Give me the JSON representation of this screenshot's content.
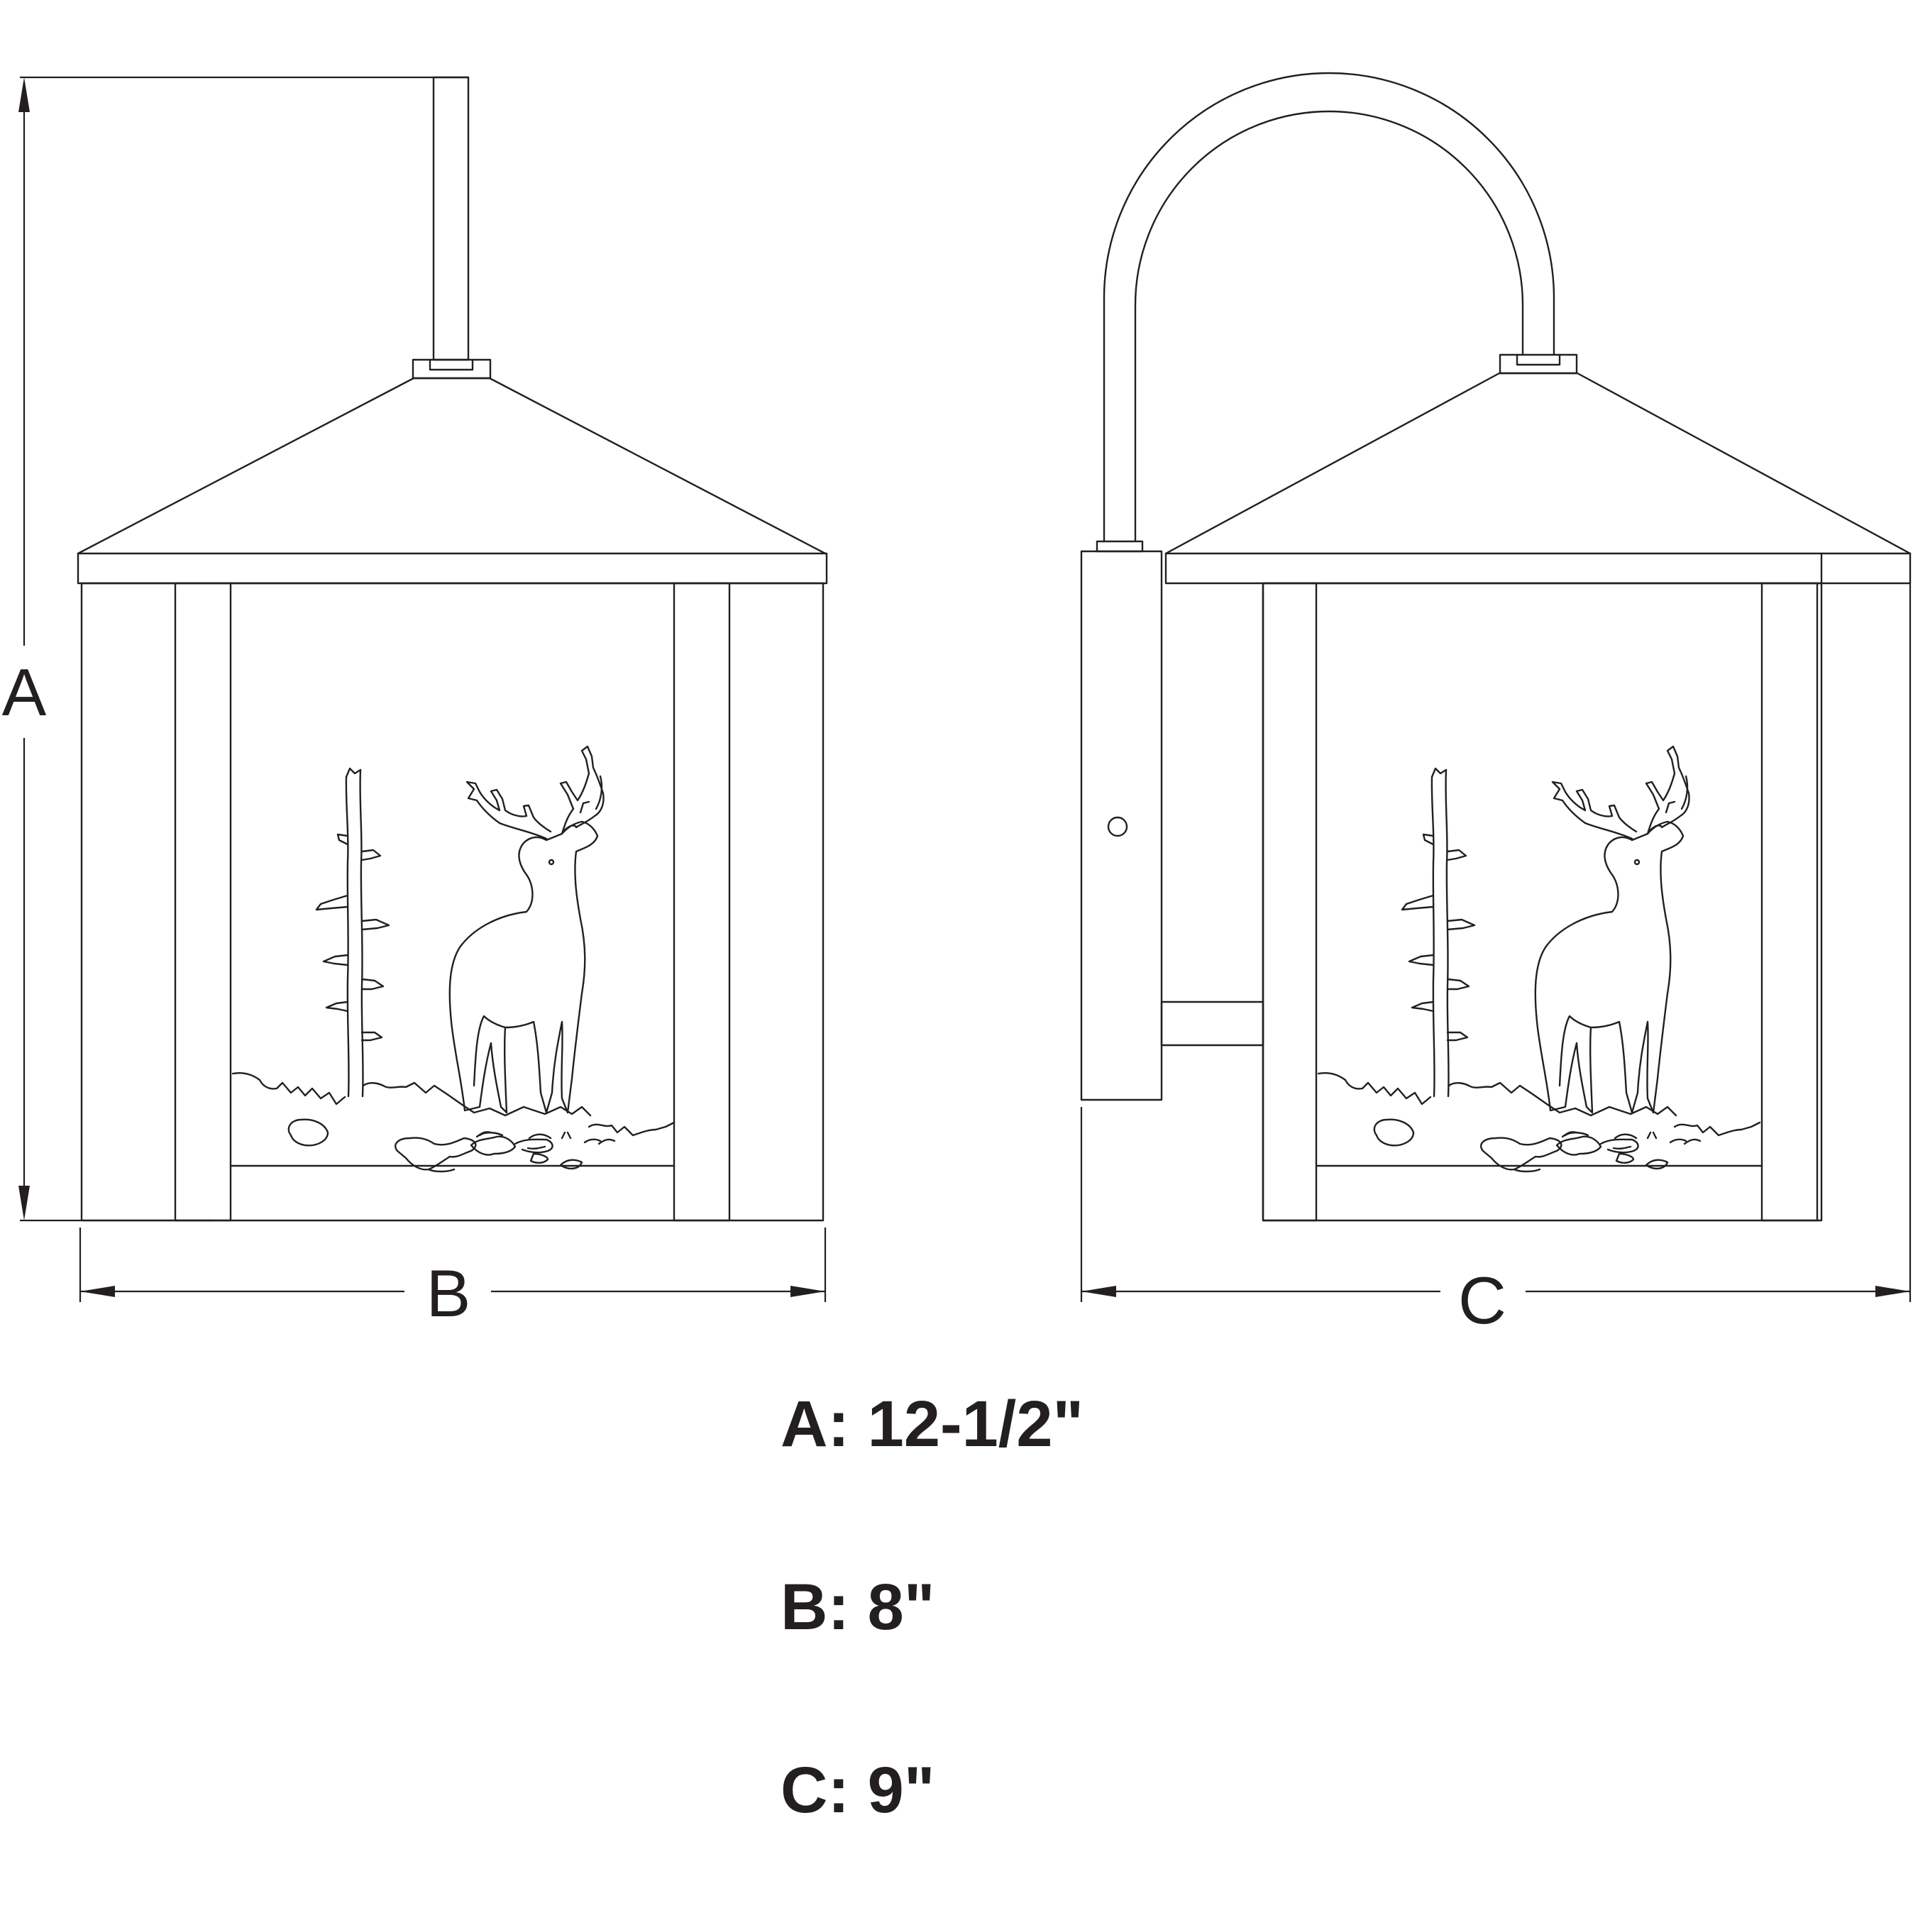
{
  "colors": {
    "line": "#231f20",
    "background": "#ffffff"
  },
  "dimension_labels": {
    "a": "A",
    "b": "B",
    "c": "C"
  },
  "specs": [
    {
      "key": "A",
      "value": "12-1/2\""
    },
    {
      "key": "B",
      "value": "8\""
    },
    {
      "key": "C",
      "value": "9\""
    }
  ]
}
